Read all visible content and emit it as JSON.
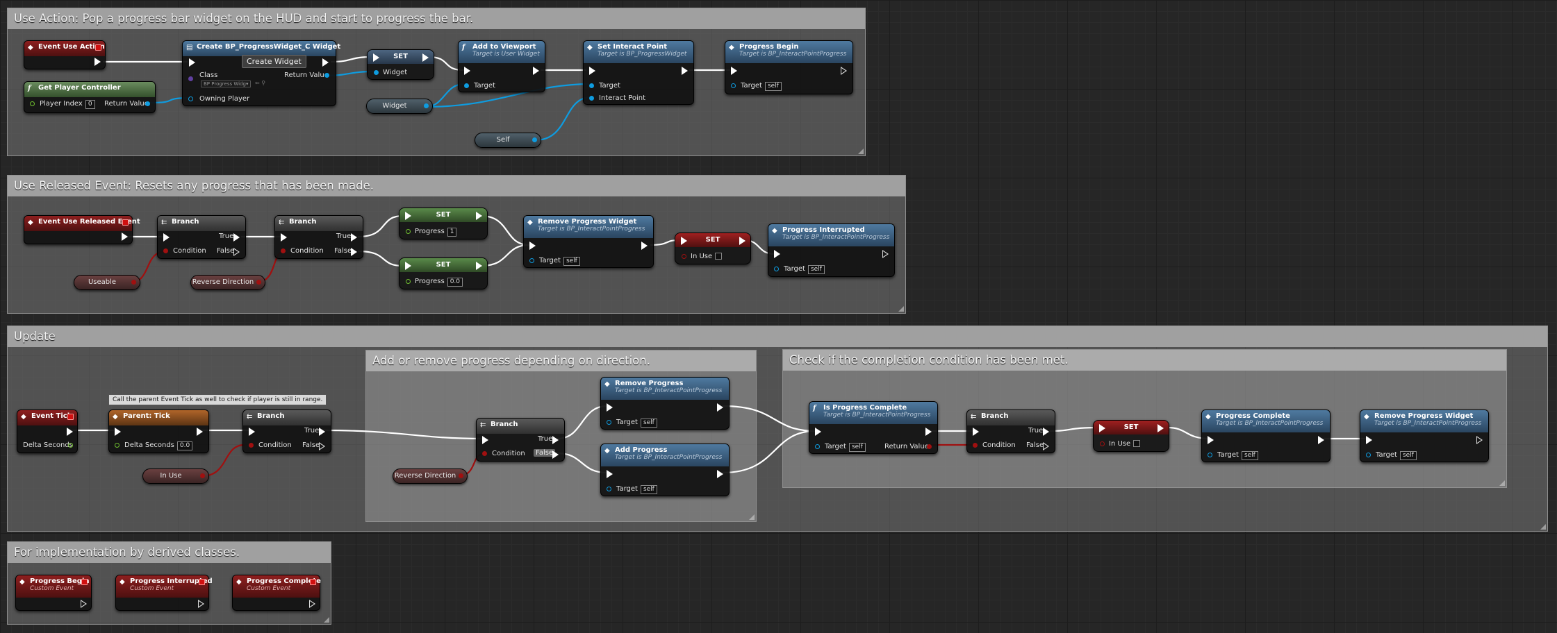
{
  "comments": {
    "use_action": "Use Action: Pop a progress bar widget on the HUD and start to progress the bar.",
    "use_released": "Use Released Event: Resets any progress that has been made.",
    "update": "Update",
    "add_remove": "Add or remove progress depending on direction.",
    "check_complete": "Check if the completion condition has been met.",
    "derived": "For implementation by derived classes."
  },
  "nodes": {
    "event_use_action": "Event Use Action",
    "create_widget": "Create BP_ProgressWidget_C Widget",
    "create_widget_button": "Create Widget",
    "class_label": "Class",
    "class_value": "BP Progress Widg▾",
    "return_value": "Return Value",
    "owning_player": "Owning Player",
    "get_player_controller": "Get Player Controller",
    "player_index": "Player Index",
    "player_index_value": "0",
    "set": "SET",
    "widget": "Widget",
    "add_to_viewport": "Add to Viewport",
    "target_user_widget": "Target is User Widget",
    "target": "Target",
    "set_interact_point": "Set Interact Point",
    "target_progress_widget": "Target is BP_ProgressWidget",
    "interact_point": "Interact Point",
    "progress_begin": "Progress Begin",
    "target_interact_point_progress": "Target is BP_InteractPointProgress",
    "self_value": "self",
    "self_var": "Self",
    "event_use_released": "Event Use Released Event",
    "branch": "Branch",
    "condition": "Condition",
    "true_label": "True",
    "false_label": "False",
    "useable": "Useable",
    "reverse_direction": "Reverse Direction",
    "progress": "Progress",
    "progress_one": "1",
    "progress_zero": "0.0",
    "remove_progress_widget": "Remove Progress Widget",
    "in_use": "In Use",
    "progress_interrupted": "Progress Interrupted",
    "event_tick": "Event Tick",
    "delta_seconds": "Delta Seconds",
    "delta_value": "0.0",
    "parent_tick": "Parent: Tick",
    "tick_tooltip": "Call the parent Event Tick as well to check if player is still in range.",
    "remove_progress": "Remove Progress",
    "add_progress": "Add Progress",
    "is_progress_complete": "Is Progress Complete",
    "progress_complete": "Progress Complete",
    "custom_event": "Custom Event"
  },
  "colors": {
    "exec_wire": "#ffffff",
    "object_wire": "#0e9ce0",
    "bool_wire": "#a01010",
    "float_wire": "#70c030"
  }
}
